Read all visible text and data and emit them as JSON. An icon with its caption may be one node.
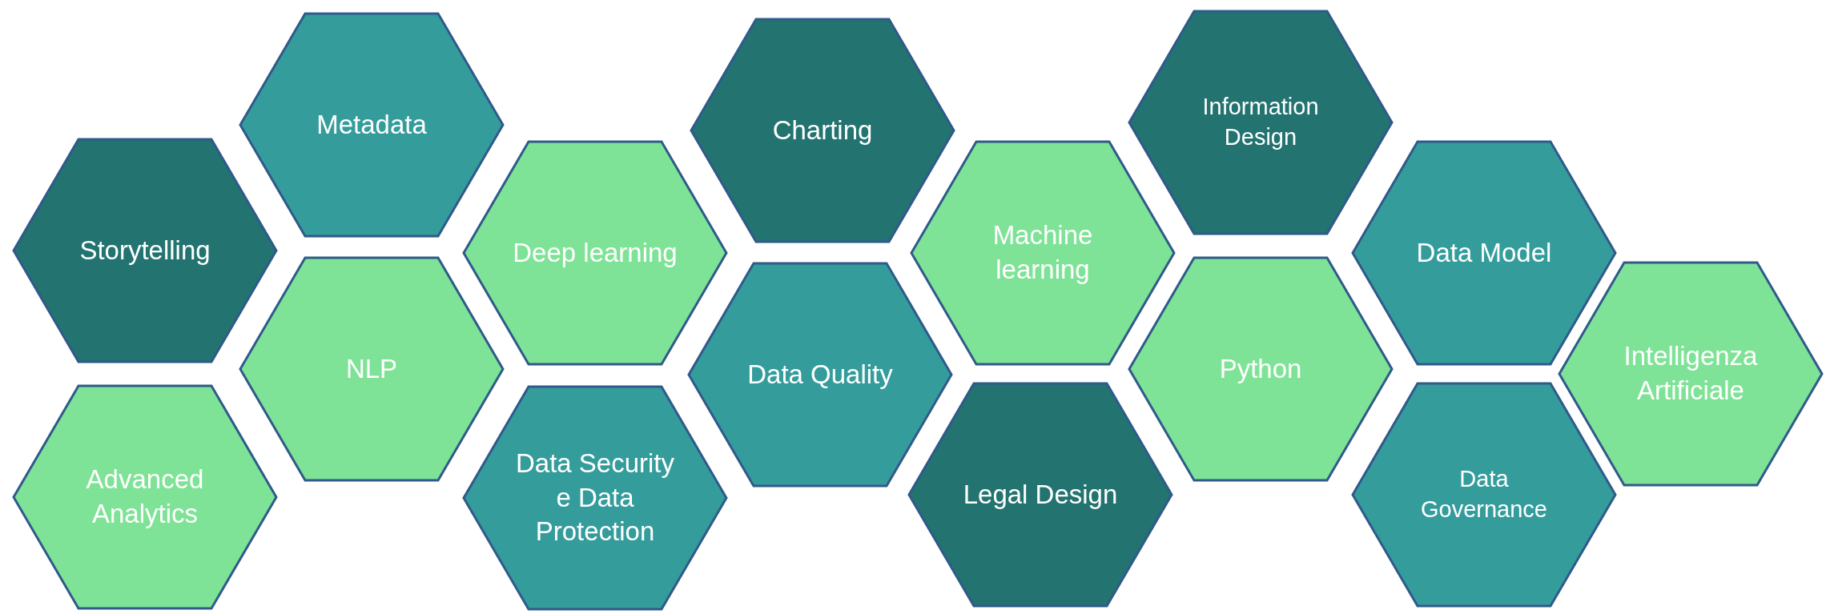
{
  "diagram": {
    "nodes": [
      {
        "text": [
          "Storytelling"
        ]
      },
      {
        "text": [
          "Advanced Analytics"
        ]
      },
      {
        "text": [
          "Metadata"
        ]
      },
      {
        "text": [
          "NLP"
        ]
      },
      {
        "text": [
          "Deep learning"
        ]
      },
      {
        "text": [
          "Data Security e Data Protection"
        ]
      },
      {
        "text": [
          "Charting"
        ]
      },
      {
        "text": [
          "Data Quality"
        ]
      },
      {
        "text": [
          "Machine learning"
        ]
      },
      {
        "text": [
          "Legal Design"
        ]
      },
      {
        "text": [
          "Information Design"
        ]
      },
      {
        "text": [
          "Python"
        ]
      },
      {
        "text": [
          "Data Model"
        ]
      },
      {
        "text": [
          "Data Governance"
        ]
      },
      {
        "text": [
          "Intelligenza Artificiale"
        ]
      }
    ]
  }
}
